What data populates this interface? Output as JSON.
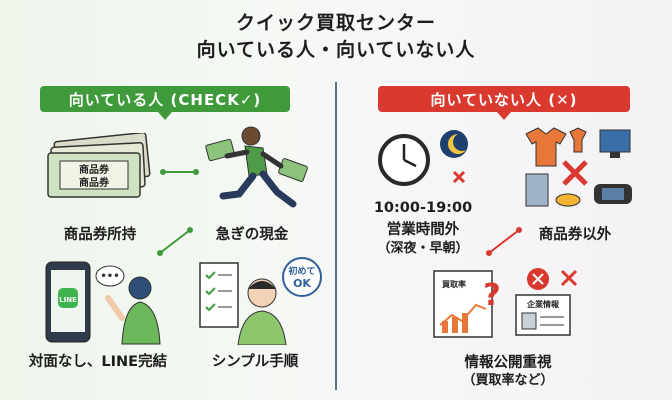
{
  "title": {
    "line1": "クイック買取センター",
    "line2": "向いている人・向いていない人"
  },
  "suitable": {
    "banner": "向いている人 (CHECK✓)",
    "items": [
      {
        "label": "商品券所持",
        "icon": "gift-voucher-icon",
        "art": "商品券"
      },
      {
        "label": "急ぎの現金",
        "icon": "running-man-cash-icon"
      },
      {
        "label": "対面なし、LINE完結",
        "icon": "smartphone-line-icon",
        "art": "LINE"
      },
      {
        "label": "シンプル手順",
        "icon": "checklist-person-icon",
        "art": "初めて OK"
      }
    ]
  },
  "unsuitable": {
    "banner": "向いていない人 (✕)",
    "items": [
      {
        "label": "10:00-19:00",
        "label2": "営業時間外",
        "label3": "（深夜・早朝）",
        "icon": "clock-moon-icon"
      },
      {
        "label": "商品券以外",
        "icon": "other-goods-icon"
      },
      {
        "label": "情報公開重視",
        "label2": "（買取率など）",
        "icon": "info-disclosure-icon",
        "art1": "買取率",
        "art2": "企業情報"
      }
    ]
  },
  "colors": {
    "green": "#3f9a3c",
    "red": "#d9392f",
    "divider": "#5c6f8a"
  }
}
